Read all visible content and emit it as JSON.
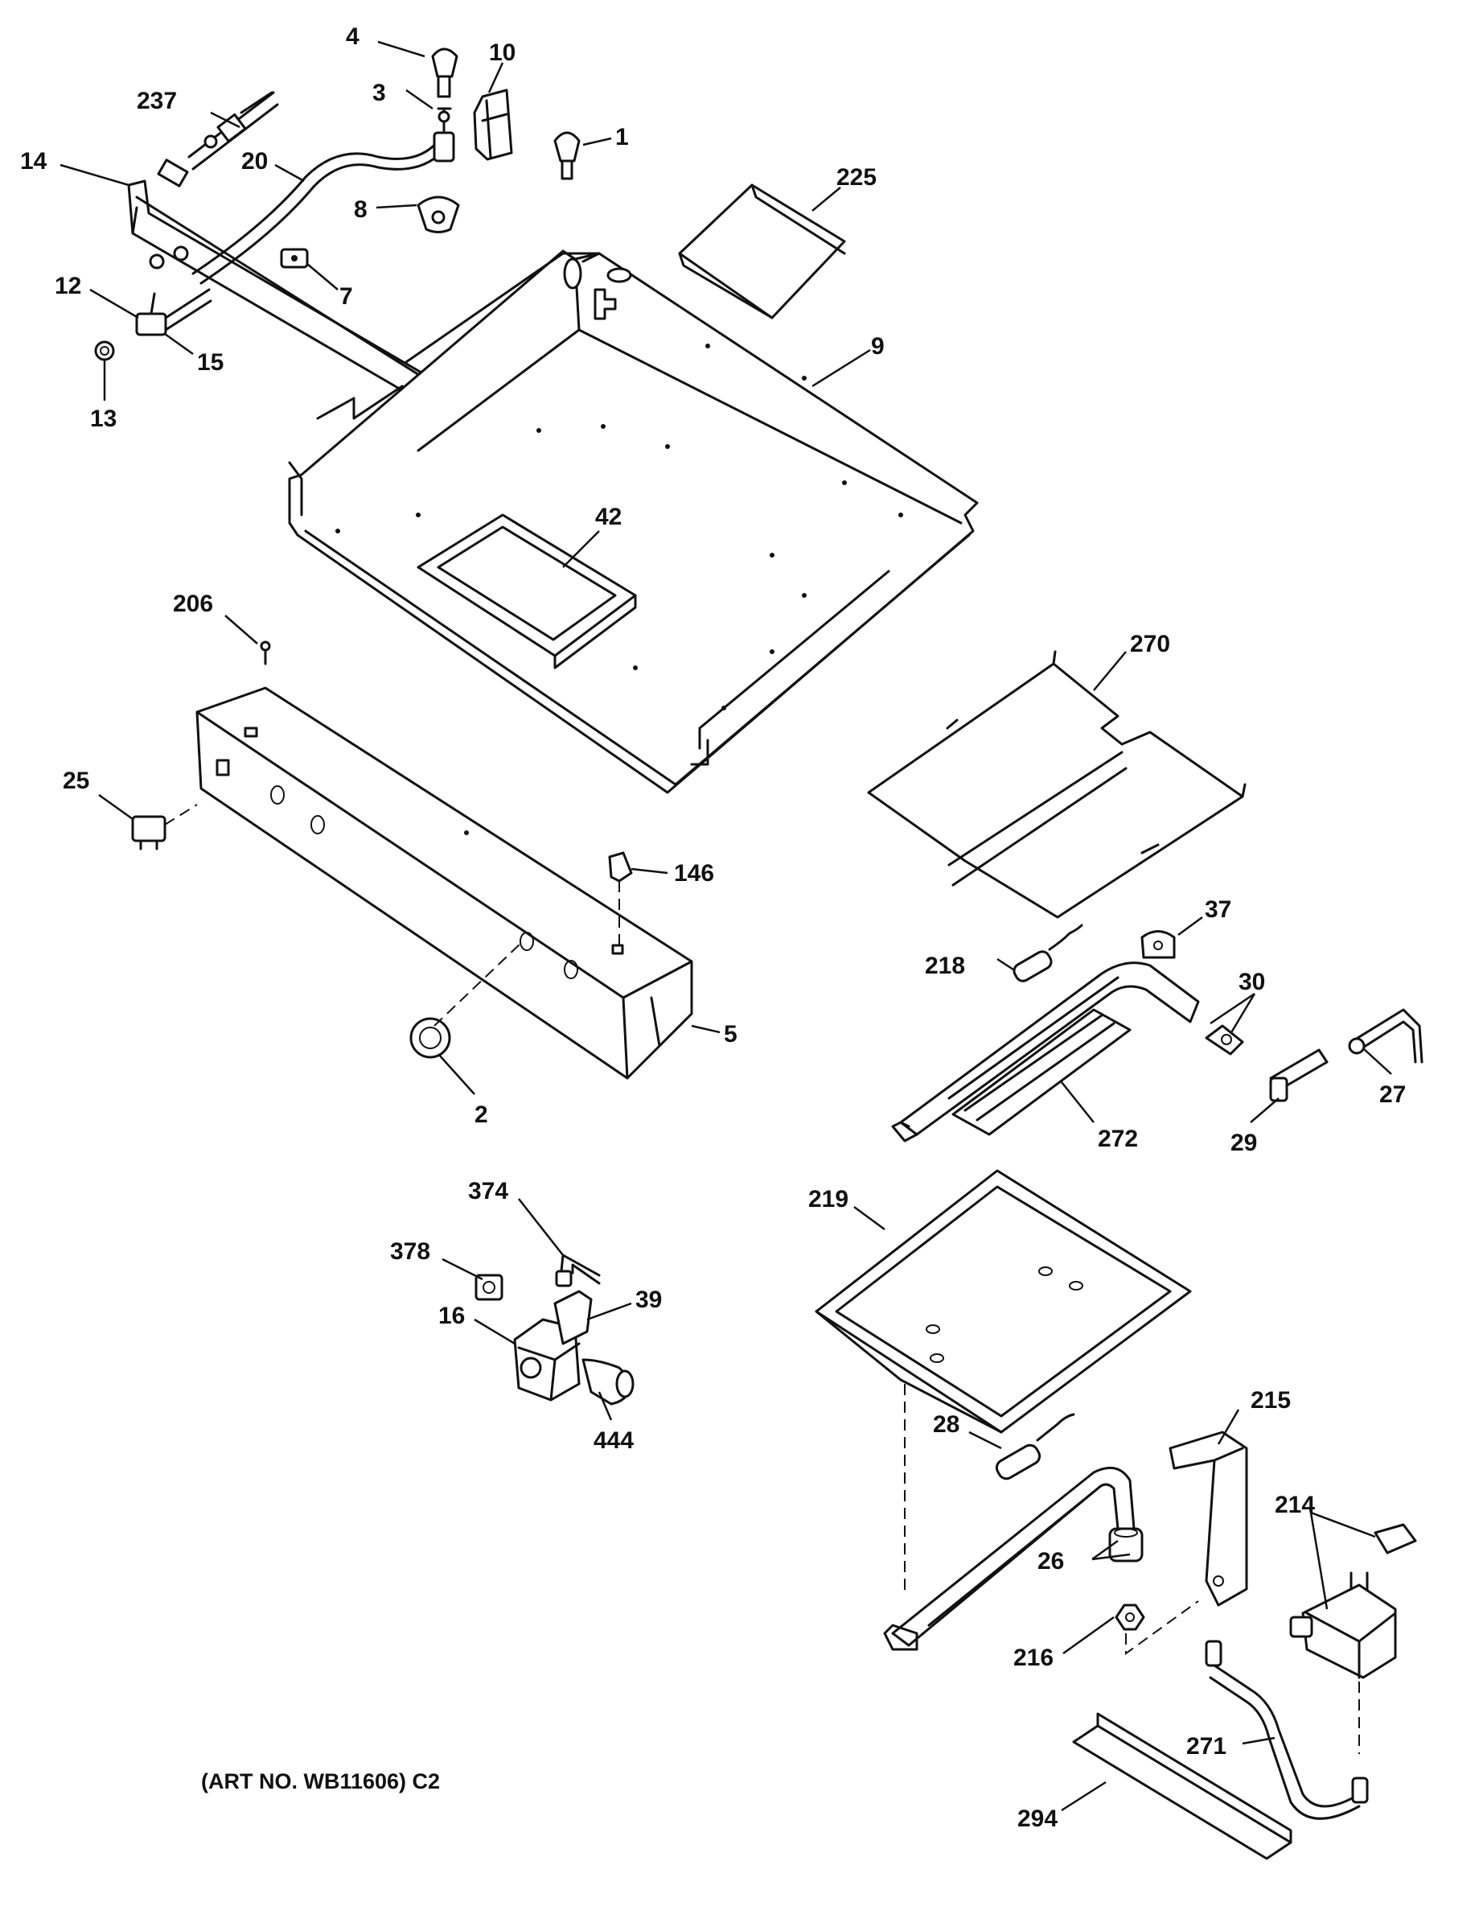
{
  "diagram": {
    "caption": "(ART NO. WB11606) C2",
    "callouts": {
      "p4": "4",
      "p10": "10",
      "p237": "237",
      "p3": "3",
      "p1": "1",
      "p14": "14",
      "p20": "20",
      "p8": "8",
      "p225": "225",
      "p7": "7",
      "p12": "12",
      "p15": "15",
      "p13": "13",
      "p9": "9",
      "p42": "42",
      "p206": "206",
      "p270": "270",
      "p25": "25",
      "p146": "146",
      "p37": "37",
      "p218": "218",
      "p30": "30",
      "p5": "5",
      "p2": "2",
      "p27": "27",
      "p29": "29",
      "p272": "272",
      "p374": "374",
      "p219": "219",
      "p378": "378",
      "p39": "39",
      "p16": "16",
      "p444": "444",
      "p215": "215",
      "p28": "28",
      "p214": "214",
      "p26": "26",
      "p216": "216",
      "p271": "271",
      "p294": "294"
    }
  }
}
